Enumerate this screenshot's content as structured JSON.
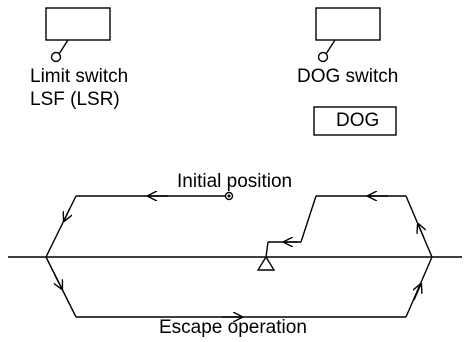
{
  "labels": {
    "limit_switch": "Limit switch",
    "limit_switch_id": "LSF (LSR)",
    "dog_switch": "DOG switch",
    "dog": "DOG",
    "initial_position": "Initial position",
    "escape_operation": "Escape operation"
  },
  "colors": {
    "line": "#000000",
    "background": "#ffffff"
  }
}
